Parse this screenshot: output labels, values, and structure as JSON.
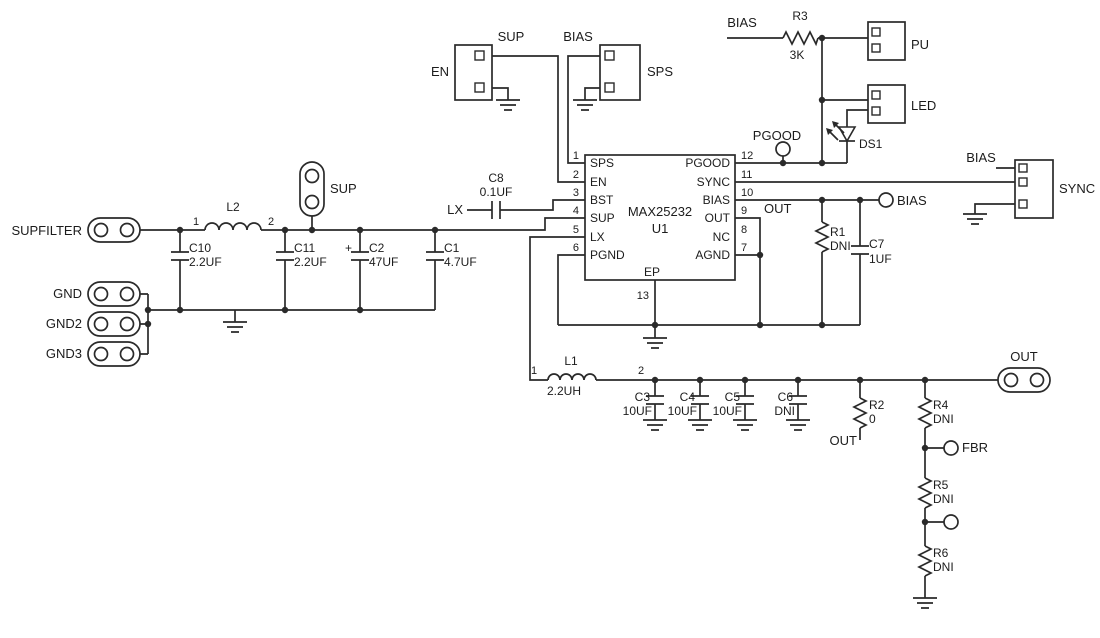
{
  "ic": {
    "part": "MAX25232",
    "ref": "U1",
    "ep": "EP",
    "ep_pin": "13",
    "pins_left": [
      {
        "num": "1",
        "name": "SPS"
      },
      {
        "num": "2",
        "name": "EN"
      },
      {
        "num": "3",
        "name": "BST"
      },
      {
        "num": "4",
        "name": "SUP"
      },
      {
        "num": "5",
        "name": "LX"
      },
      {
        "num": "6",
        "name": "PGND"
      }
    ],
    "pins_right": [
      {
        "num": "12",
        "name": "PGOOD"
      },
      {
        "num": "11",
        "name": "SYNC"
      },
      {
        "num": "10",
        "name": "BIAS"
      },
      {
        "num": "9",
        "name": "OUT"
      },
      {
        "num": "8",
        "name": "NC"
      },
      {
        "num": "7",
        "name": "AGND"
      }
    ]
  },
  "connectors": {
    "supfilter": "SUPFILTER",
    "gnd": "GND",
    "gnd2": "GND2",
    "gnd3": "GND3",
    "sup_test": "SUP",
    "en": "EN",
    "sps": "SPS",
    "pu": "PU",
    "led": "LED",
    "sync": "SYNC",
    "out": "OUT"
  },
  "net_labels": {
    "sup": "SUP",
    "bias_sps": "BIAS",
    "bias_r3": "BIAS",
    "bias_sync": "BIAS",
    "bias_test": "BIAS",
    "lx": "LX",
    "pgood": "PGOOD",
    "out_pin": "OUT",
    "out_sense": "OUT",
    "fbr": "FBR"
  },
  "components": {
    "L2": {
      "ref": "L2",
      "pin1": "1",
      "pin2": "2"
    },
    "L1": {
      "ref": "L1",
      "value": "2.2UH",
      "pin1": "1",
      "pin2": "2"
    },
    "C10": {
      "ref": "C10",
      "value": "2.2UF"
    },
    "C11": {
      "ref": "C11",
      "value": "2.2UF"
    },
    "C2": {
      "ref": "C2",
      "value": "47UF",
      "polarity": "+"
    },
    "C1": {
      "ref": "C1",
      "value": "4.7UF"
    },
    "C8": {
      "ref": "C8",
      "value": "0.1UF"
    },
    "C7": {
      "ref": "C7",
      "value": "1UF"
    },
    "C3": {
      "ref": "C3",
      "value": "10UF"
    },
    "C4": {
      "ref": "C4",
      "value": "10UF"
    },
    "C5": {
      "ref": "C5",
      "value": "10UF"
    },
    "C6": {
      "ref": "C6",
      "value": "DNI"
    },
    "R1": {
      "ref": "R1",
      "value": "DNI"
    },
    "R2": {
      "ref": "R2",
      "value": "0"
    },
    "R3": {
      "ref": "R3",
      "value": "3K"
    },
    "R4": {
      "ref": "R4",
      "value": "DNI"
    },
    "R5": {
      "ref": "R5",
      "value": "DNI"
    },
    "R6": {
      "ref": "R6",
      "value": "DNI"
    },
    "DS1": {
      "ref": "DS1"
    }
  }
}
